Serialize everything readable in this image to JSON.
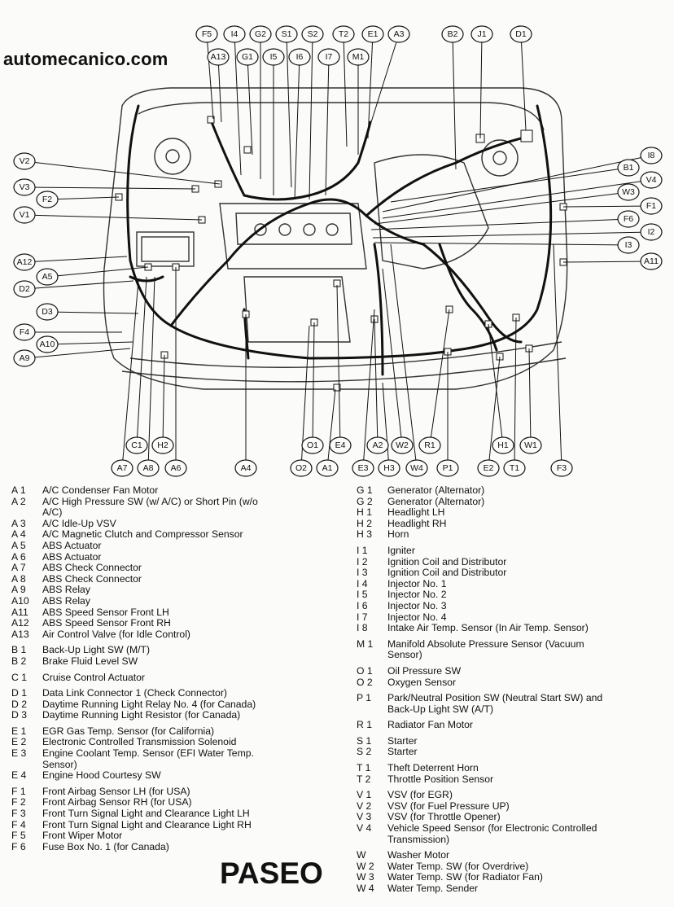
{
  "site": "automecanico.com",
  "title": "PASEO",
  "callouts": [
    "F5",
    "I4",
    "G2",
    "S1",
    "S2",
    "T2",
    "E1",
    "A3",
    "B2",
    "J1",
    "D1",
    "A13",
    "G1",
    "I5",
    "I6",
    "I7",
    "M1",
    "V2",
    "V3",
    "F2",
    "V1",
    "A12",
    "A5",
    "D2",
    "D3",
    "F4",
    "A10",
    "A9",
    "I8",
    "B1",
    "V4",
    "W3",
    "F1",
    "F6",
    "I2",
    "I3",
    "A11",
    "C1",
    "H2",
    "O1",
    "E4",
    "A2",
    "W2",
    "R1",
    "H1",
    "W1",
    "A7",
    "A8",
    "A6",
    "A4",
    "O2",
    "A1",
    "E3",
    "H3",
    "W4",
    "P1",
    "E2",
    "T1",
    "F3"
  ],
  "legend_left": [
    {
      "code": "A 1",
      "desc": "A/C Condenser Fan Motor"
    },
    {
      "code": "A 2",
      "desc": "A/C High Pressure SW (w/ A/C) or Short Pin (w/o"
    },
    {
      "code": "",
      "desc": "A/C)"
    },
    {
      "code": "A 3",
      "desc": "A/C Idle-Up VSV"
    },
    {
      "code": "A 4",
      "desc": "A/C Magnetic Clutch and Compressor Sensor"
    },
    {
      "code": "A 5",
      "desc": "ABS Actuator"
    },
    {
      "code": "A 6",
      "desc": "ABS Actuator"
    },
    {
      "code": "A 7",
      "desc": "ABS Check Connector"
    },
    {
      "code": "A 8",
      "desc": "ABS Check Connector"
    },
    {
      "code": "A 9",
      "desc": "ABS Relay"
    },
    {
      "code": "A10",
      "desc": "ABS Relay"
    },
    {
      "code": "A11",
      "desc": "ABS Speed Sensor Front LH"
    },
    {
      "code": "A12",
      "desc": "ABS Speed Sensor Front RH"
    },
    {
      "code": "A13",
      "desc": "Air Control Valve (for Idle Control)"
    },
    {
      "code": "",
      "desc": ""
    },
    {
      "code": "B 1",
      "desc": "Back-Up Light SW (M/T)"
    },
    {
      "code": "B 2",
      "desc": "Brake Fluid Level SW"
    },
    {
      "code": "",
      "desc": ""
    },
    {
      "code": "C 1",
      "desc": "Cruise Control Actuator"
    },
    {
      "code": "",
      "desc": ""
    },
    {
      "code": "D 1",
      "desc": "Data Link Connector 1 (Check Connector)"
    },
    {
      "code": "D 2",
      "desc": "Daytime Running Light Relay No. 4 (for Canada)"
    },
    {
      "code": "D 3",
      "desc": "Daytime Running Light Resistor (for Canada)"
    },
    {
      "code": "",
      "desc": ""
    },
    {
      "code": "E 1",
      "desc": "EGR Gas Temp. Sensor (for California)"
    },
    {
      "code": "E 2",
      "desc": "Electronic Controlled Transmission Solenoid"
    },
    {
      "code": "E 3",
      "desc": "Engine Coolant Temp. Sensor (EFI Water Temp."
    },
    {
      "code": "",
      "desc": "Sensor)"
    },
    {
      "code": "E 4",
      "desc": "Engine Hood Courtesy SW"
    },
    {
      "code": "",
      "desc": ""
    },
    {
      "code": "F 1",
      "desc": "Front Airbag Sensor LH (for USA)"
    },
    {
      "code": "F 2",
      "desc": "Front Airbag Sensor RH (for USA)"
    },
    {
      "code": "F 3",
      "desc": "Front Turn Signal Light and Clearance Light LH"
    },
    {
      "code": "F 4",
      "desc": "Front Turn Signal Light and Clearance Light RH"
    },
    {
      "code": "F 5",
      "desc": "Front Wiper Motor"
    },
    {
      "code": "F 6",
      "desc": "Fuse Box No. 1 (for Canada)"
    }
  ],
  "legend_right": [
    {
      "code": "G 1",
      "desc": "Generator (Alternator)"
    },
    {
      "code": "G 2",
      "desc": "Generator (Alternator)"
    },
    {
      "code": "H 1",
      "desc": "Headlight LH"
    },
    {
      "code": "H 2",
      "desc": "Headlight RH"
    },
    {
      "code": "H 3",
      "desc": "Horn"
    },
    {
      "code": "",
      "desc": ""
    },
    {
      "code": "I 1",
      "desc": "Igniter"
    },
    {
      "code": "I 2",
      "desc": "Ignition Coil and Distributor"
    },
    {
      "code": "I 3",
      "desc": "Ignition Coil and Distributor"
    },
    {
      "code": "I 4",
      "desc": "Injector No. 1"
    },
    {
      "code": "I 5",
      "desc": "Injector No. 2"
    },
    {
      "code": "I 6",
      "desc": "Injector No. 3"
    },
    {
      "code": "I 7",
      "desc": "Injector No. 4"
    },
    {
      "code": "I 8",
      "desc": "Intake Air Temp. Sensor (In Air Temp. Sensor)"
    },
    {
      "code": "",
      "desc": ""
    },
    {
      "code": "M 1",
      "desc": "Manifold Absolute Pressure Sensor (Vacuum"
    },
    {
      "code": "",
      "desc": "Sensor)"
    },
    {
      "code": "",
      "desc": ""
    },
    {
      "code": "O 1",
      "desc": "Oil Pressure SW"
    },
    {
      "code": "O 2",
      "desc": "Oxygen Sensor"
    },
    {
      "code": "",
      "desc": ""
    },
    {
      "code": "P 1",
      "desc": "Park/Neutral Position SW (Neutral Start SW) and"
    },
    {
      "code": "",
      "desc": "Back-Up Light SW (A/T)"
    },
    {
      "code": "",
      "desc": ""
    },
    {
      "code": "R 1",
      "desc": "Radiator Fan Motor"
    },
    {
      "code": "",
      "desc": ""
    },
    {
      "code": "S 1",
      "desc": "Starter"
    },
    {
      "code": "S 2",
      "desc": "Starter"
    },
    {
      "code": "",
      "desc": ""
    },
    {
      "code": "T 1",
      "desc": "Theft Deterrent Horn"
    },
    {
      "code": "T 2",
      "desc": "Throttle Position Sensor"
    },
    {
      "code": "",
      "desc": ""
    },
    {
      "code": "V 1",
      "desc": "VSV (for EGR)"
    },
    {
      "code": "V 2",
      "desc": "VSV (for Fuel Pressure UP)"
    },
    {
      "code": "V 3",
      "desc": "VSV (for Throttle Opener)"
    },
    {
      "code": "V 4",
      "desc": "Vehicle Speed Sensor (for Electronic Controlled"
    },
    {
      "code": "",
      "desc": "Transmission)"
    },
    {
      "code": "",
      "desc": ""
    },
    {
      "code": "W",
      "desc": "Washer Motor"
    },
    {
      "code": "W 2",
      "desc": "Water Temp. SW (for Overdrive)"
    },
    {
      "code": "W 3",
      "desc": "Water Temp. SW (for Radiator Fan)"
    },
    {
      "code": "W 4",
      "desc": "Water Temp. Sender"
    }
  ]
}
